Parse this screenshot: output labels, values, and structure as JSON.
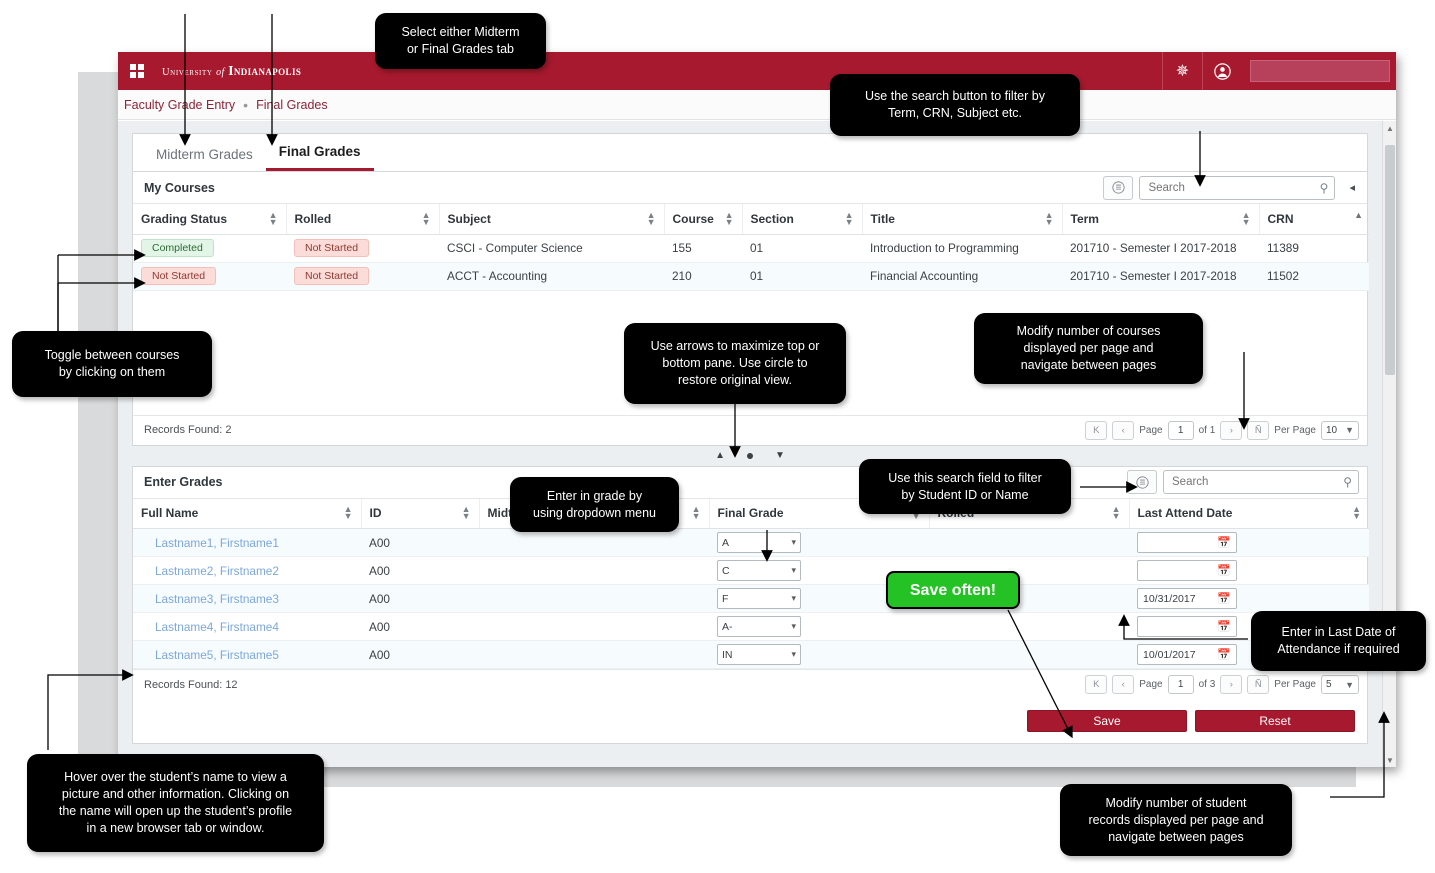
{
  "header": {
    "brand_small": "University",
    "brand_italic": "of",
    "brand_large": "Indianapolis",
    "waffle_icon": "grid-icon",
    "gear_icon": "gear-icon",
    "user_icon": "user-avatar-icon"
  },
  "breadcrumb": {
    "root": "Faculty Grade Entry",
    "separator": "•",
    "current": "Final Grades"
  },
  "tabs": [
    {
      "label": "Midterm Grades",
      "active": false
    },
    {
      "label": "Final Grades",
      "active": true
    }
  ],
  "courses_pane": {
    "title": "My Courses",
    "export_icon": "export-icon",
    "search_placeholder": "Search",
    "search_value": "",
    "search_icon": "search-icon",
    "collapse_icon": "collapse-left-icon",
    "columns": [
      "Grading Status",
      "Rolled",
      "Subject",
      "Course",
      "Section",
      "Title",
      "Term",
      "CRN"
    ],
    "rows": [
      {
        "grading_status": "Completed",
        "grading_status_state": "ok",
        "rolled": "Not Started",
        "rolled_state": "no",
        "subject": "CSCI - Computer Science",
        "course": "155",
        "section": "01",
        "title": "Introduction to Programming",
        "term": "201710 - Semester I 2017-2018",
        "crn": "11389"
      },
      {
        "grading_status": "Not Started",
        "grading_status_state": "no",
        "rolled": "Not Started",
        "rolled_state": "no",
        "subject": "ACCT - Accounting",
        "course": "210",
        "section": "01",
        "title": "Financial Accounting",
        "term": "201710 - Semester I 2017-2018",
        "crn": "11502"
      }
    ],
    "records_found": "Records Found: 2",
    "pager": {
      "first": "K",
      "prev": "‹",
      "page_label": "Page",
      "page_value": "1",
      "of_label": "of 1",
      "next": "›",
      "last": "Ñ",
      "per_page_label": "Per Page",
      "per_page_value": "10"
    }
  },
  "splitter": {
    "up_icon": "triangle-up-icon",
    "restore_icon": "circle-restore-icon",
    "down_icon": "triangle-down-icon"
  },
  "grades_pane": {
    "title": "Enter Grades",
    "export_icon": "export-icon",
    "search_placeholder": "Search",
    "search_value": "",
    "search_icon": "search-icon",
    "columns": [
      "Full Name",
      "ID",
      "Midterm Grade",
      "Final Grade",
      "Rolled",
      "Last Attend Date"
    ],
    "rows": [
      {
        "full_name": "Lastname1, Firstname1",
        "id": "A00",
        "midterm_grade": "",
        "final_grade": "A",
        "rolled": "",
        "last_attend_date": ""
      },
      {
        "full_name": "Lastname2, Firstname2",
        "id": "A00",
        "midterm_grade": "",
        "final_grade": "C",
        "rolled": "",
        "last_attend_date": ""
      },
      {
        "full_name": "Lastname3, Firstname3",
        "id": "A00",
        "midterm_grade": "",
        "final_grade": "F",
        "rolled": "",
        "last_attend_date": "10/31/2017"
      },
      {
        "full_name": "Lastname4, Firstname4",
        "id": "A00",
        "midterm_grade": "",
        "final_grade": "A-",
        "rolled": "",
        "last_attend_date": ""
      },
      {
        "full_name": "Lastname5, Firstname5",
        "id": "A00",
        "midterm_grade": "",
        "final_grade": "IN",
        "rolled": "",
        "last_attend_date": "10/01/2017"
      }
    ],
    "records_found": "Records Found: 12",
    "pager": {
      "first": "K",
      "prev": "‹",
      "page_label": "Page",
      "page_value": "1",
      "of_label": "of 3",
      "next": "›",
      "last": "Ñ",
      "per_page_label": "Per Page",
      "per_page_value": "5"
    },
    "save_label": "Save",
    "reset_label": "Reset"
  },
  "callouts": {
    "tabs_note": "Select either Midterm\nor Final Grades tab",
    "search_note": "Use the search button to filter by\nTerm, CRN, Subject etc.",
    "toggle_note": "Toggle between courses\nby clicking on them",
    "splitter_note": "Use arrows to maximize top or\nbottom pane. Use circle to\nrestore original view.",
    "courses_paging_note": "Modify number of courses\ndisplayed per page and\nnavigate between pages",
    "dropdown_note": "Enter in grade by\nusing dropdown menu",
    "student_search_note": "Use this search field to filter\nby Student ID or Name",
    "save_often_note": "Save often!",
    "last_date_note": "Enter in Last Date of\nAttendance if required",
    "hover_name_note": "Hover over the student’s name to view a\npicture and other information. Clicking on\nthe name will open up the student’s profile\nin a new browser tab or window.",
    "student_paging_note": "Modify number of student\nrecords displayed per page and\nnavigate between pages"
  },
  "colors": {
    "brand_maroon": "#a6192e",
    "link_blue": "#7da7d9",
    "callout_black": "#000000",
    "highlight_green": "#25c225"
  }
}
